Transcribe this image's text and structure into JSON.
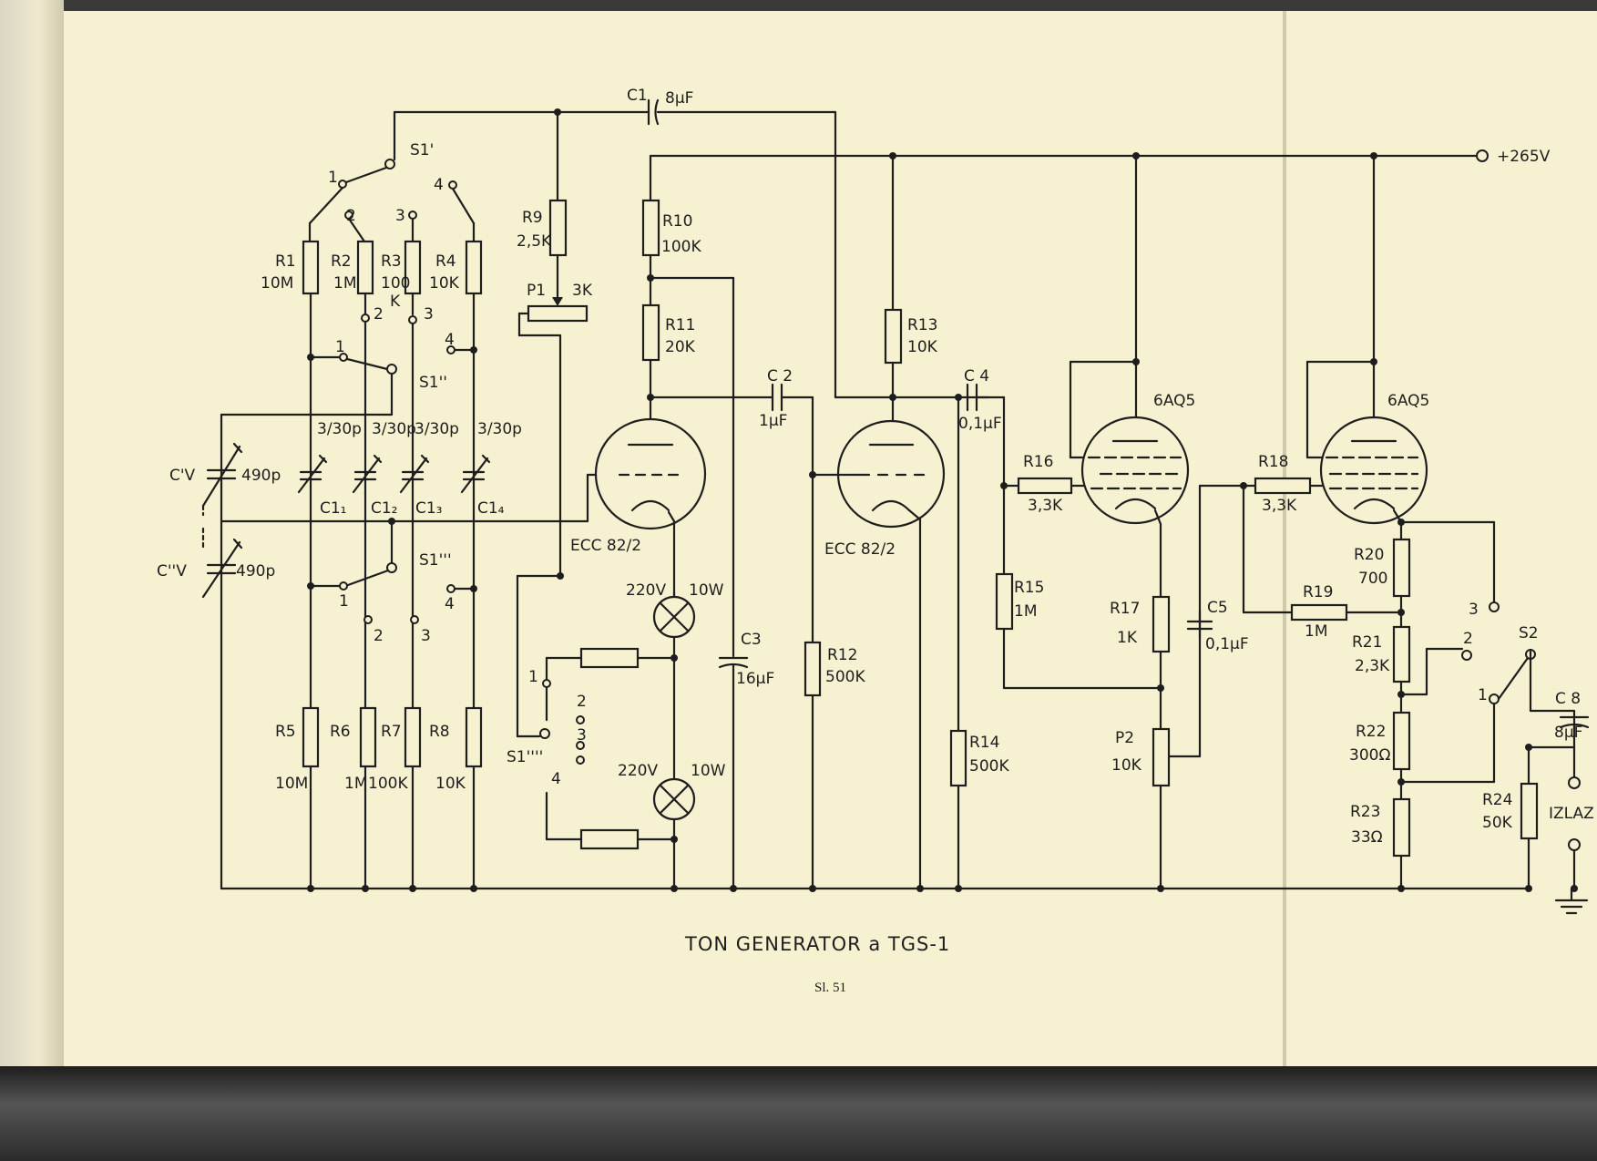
{
  "title": "TON GENERATOR a    TGS-1",
  "figure": "Sl. 51",
  "supply": "+265V",
  "output_label": "IZLAZ",
  "tubes": {
    "v1": "ECC 82/2",
    "v2": "ECC 82/2",
    "v3": "6AQ5",
    "v4": "6AQ5"
  },
  "switches": {
    "s1a": "S1'",
    "s1b": "S1''",
    "s1c": "S1'''",
    "s1d": "S1''''",
    "s2": "S2"
  },
  "positions": {
    "p1": "1",
    "p2": "2",
    "p3": "3",
    "p4": "4"
  },
  "resistors": {
    "r1": "R1",
    "r1v": "10M",
    "r2": "R2",
    "r2v": "1M",
    "r3": "R3",
    "r3v": "100",
    "r3k": "K",
    "r4": "R4",
    "r4v": "10K",
    "r5": "R5",
    "r5v": "10M",
    "r6": "R6",
    "r6v": "1M",
    "r7": "R7",
    "r7v": "100K",
    "r8": "R8",
    "r8v": "10K",
    "r9": "R9",
    "r9v": "2,5K",
    "p1": "P1",
    "p1v": "3K",
    "r10": "R10",
    "r10v": "100K",
    "r11": "R11",
    "r11v": "20K",
    "r12": "R12",
    "r12v": "500K",
    "r13": "R13",
    "r13v": "10K",
    "r14": "R14",
    "r14v": "500K",
    "r15": "R15",
    "r15v": "1M",
    "r16": "R16",
    "r16v": "3,3K",
    "r17": "R17",
    "r17v": "1K",
    "p2": "P2",
    "p2v": "10K",
    "r18": "R18",
    "r18v": "3,3K",
    "r19": "R19",
    "r19v": "1M",
    "r20": "R20",
    "r20v": "700",
    "r21": "R21",
    "r21v": "2,3K",
    "r22": "R22",
    "r22v": "300Ω",
    "r23": "R23",
    "r23v": "33Ω",
    "r24": "R24",
    "r24v": "50K"
  },
  "capacitors": {
    "c1": "C1",
    "c1v": "8µF",
    "c2": "C 2",
    "c2v": "1µF",
    "c3": "C3",
    "c3v": "16µF",
    "c4": "C 4",
    "c4v": "0,1µF",
    "c5": "C5",
    "c5v": "0,1µF",
    "c8": "C 8",
    "c8v": "8µF",
    "trim": "3/30p",
    "c11": "C1₁",
    "c12": "C1₂",
    "c13": "C1₃",
    "c14": "C1₄",
    "cv1": "C'V",
    "cv2": "C''V",
    "cvv": "490p"
  },
  "lamps": {
    "voltage": "220V",
    "power": "10W"
  }
}
